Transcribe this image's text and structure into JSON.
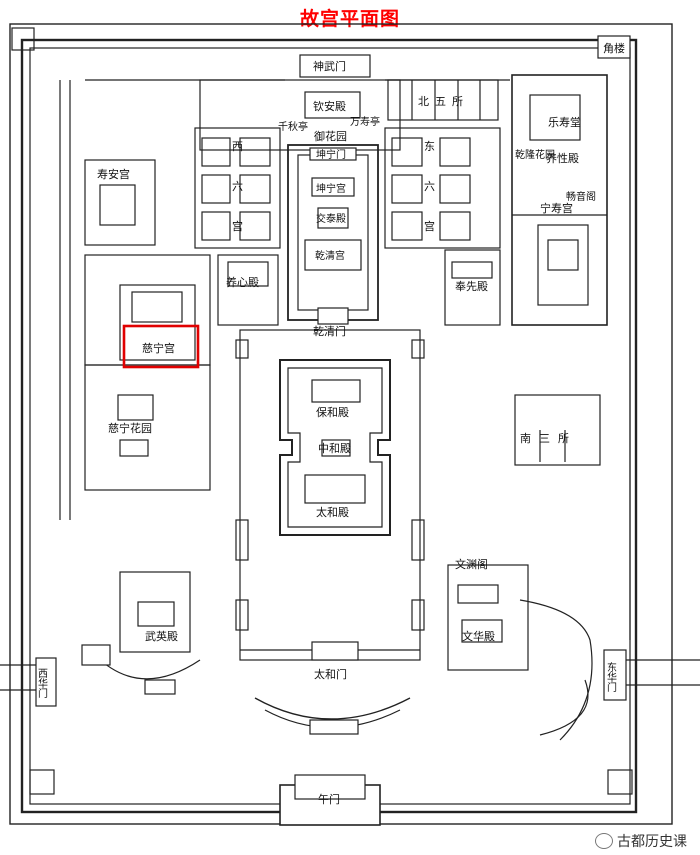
{
  "title": "故宫平面图",
  "highlight_color": "#e00000",
  "watermark": "古都历史课",
  "labels": {
    "shenwumen": "神武门",
    "jiaolou": "角楼",
    "qinandian": "钦安殿",
    "qianqiuting": "千秋亭",
    "wanchunting": "万寿亭",
    "yuhuayuan": "御花园",
    "beiwusuo": "北五所",
    "kunningmen": "坤宁门",
    "kunninggong": "坤宁宫",
    "jiaotaidian": "交泰殿",
    "qianqinggong": "乾清宫",
    "qianqingmen": "乾清门",
    "xi": "西",
    "liu_w": "六",
    "gong_w": "宫",
    "dong": "东",
    "liu_e": "六",
    "gong_e": "宫",
    "shouangong": "寿安宫",
    "yangxindian": "养心殿",
    "cininggong": "慈宁宫",
    "cininghuayuan": "慈宁花园",
    "fengxiandian": "奉先殿",
    "leshoutang": "乐寿堂",
    "qianlonghuayuan": "乾隆花园",
    "yangxingdian": "养性殿",
    "changyinge": "畅音阁",
    "ningshougong": "宁寿宫",
    "baohedian": "保和殿",
    "zhonghedian": "中和殿",
    "taihedian": "太和殿",
    "nansansuo": "南三所",
    "wenyuange": "文渊阁",
    "wenhuadian": "文华殿",
    "wuyingdian": "武英殿",
    "taihemen": "太和门",
    "xihuamen": "西华门",
    "donghuamen": "东华门",
    "wumen": "午门"
  }
}
